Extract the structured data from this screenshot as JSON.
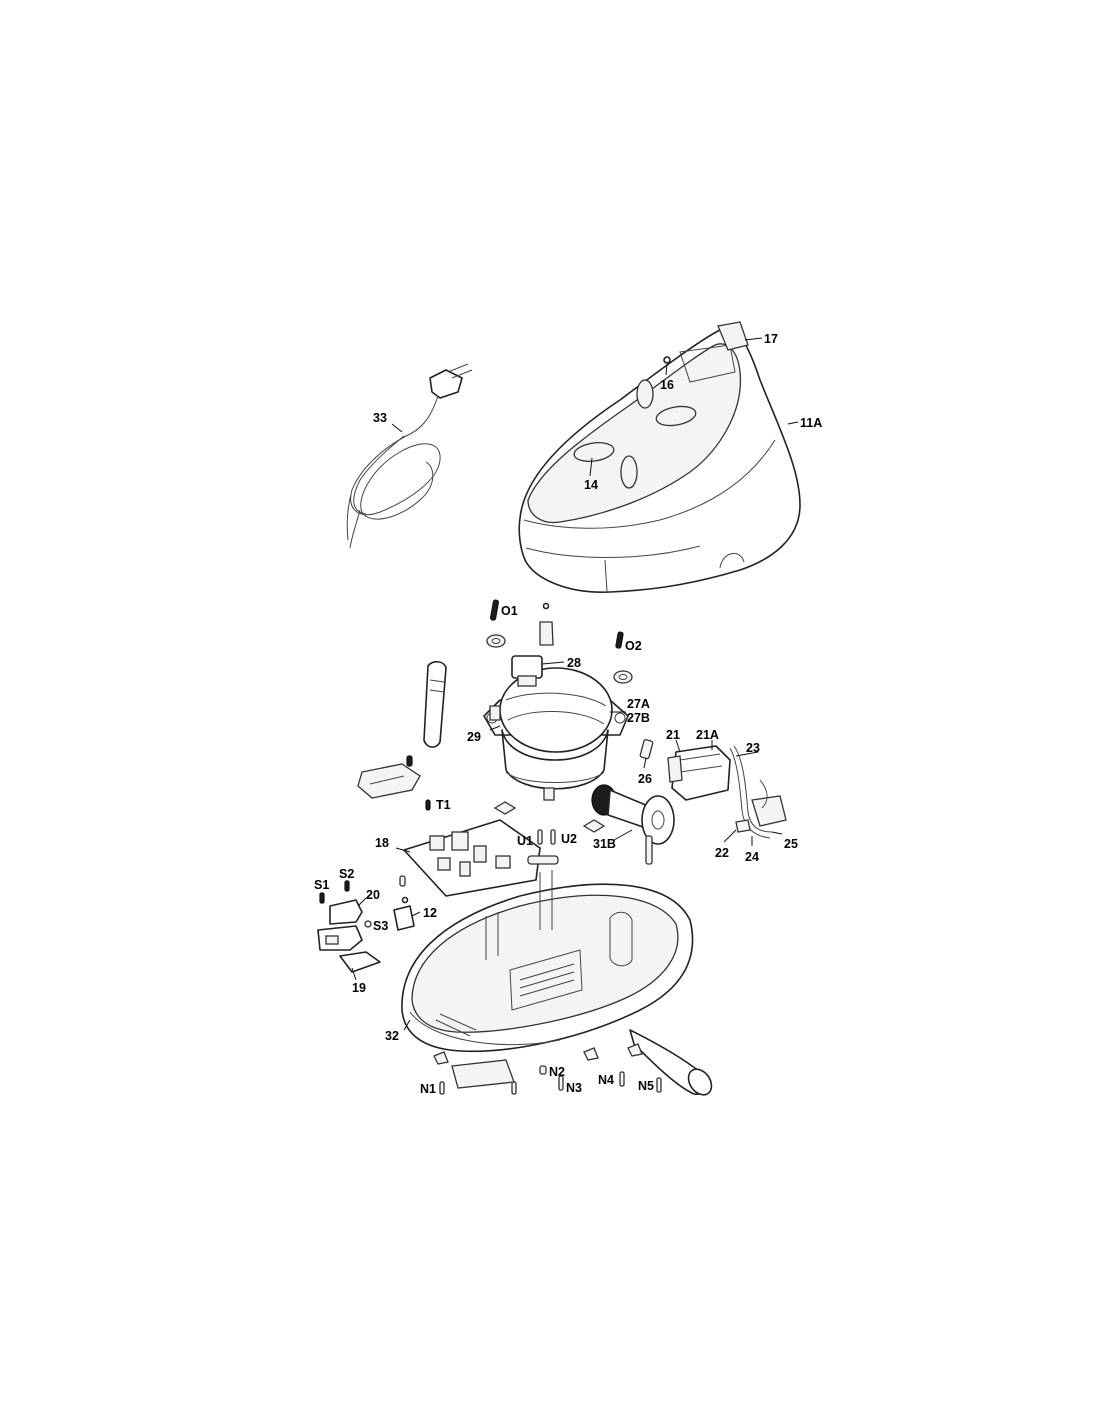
{
  "labels": {
    "p17": "17",
    "p16": "16",
    "p11A": "11A",
    "p14": "14",
    "p33": "33",
    "pO1": "O1",
    "pO2": "O2",
    "p28": "28",
    "p27A": "27A",
    "p27B": "27B",
    "p29": "29",
    "p21": "21",
    "p21A": "21A",
    "p23": "23",
    "p26": "26",
    "pT1": "T1",
    "p18": "18",
    "pU1": "U1",
    "pU2": "U2",
    "p31B": "31B",
    "p22": "22",
    "p24": "24",
    "p25": "25",
    "pS1": "S1",
    "pS2": "S2",
    "p20": "20",
    "pS3": "S3",
    "p12": "12",
    "p19": "19",
    "p32": "32",
    "pN1": "N1",
    "pN2": "N2",
    "pN3": "N3",
    "pN4": "N4",
    "pN5": "N5"
  }
}
